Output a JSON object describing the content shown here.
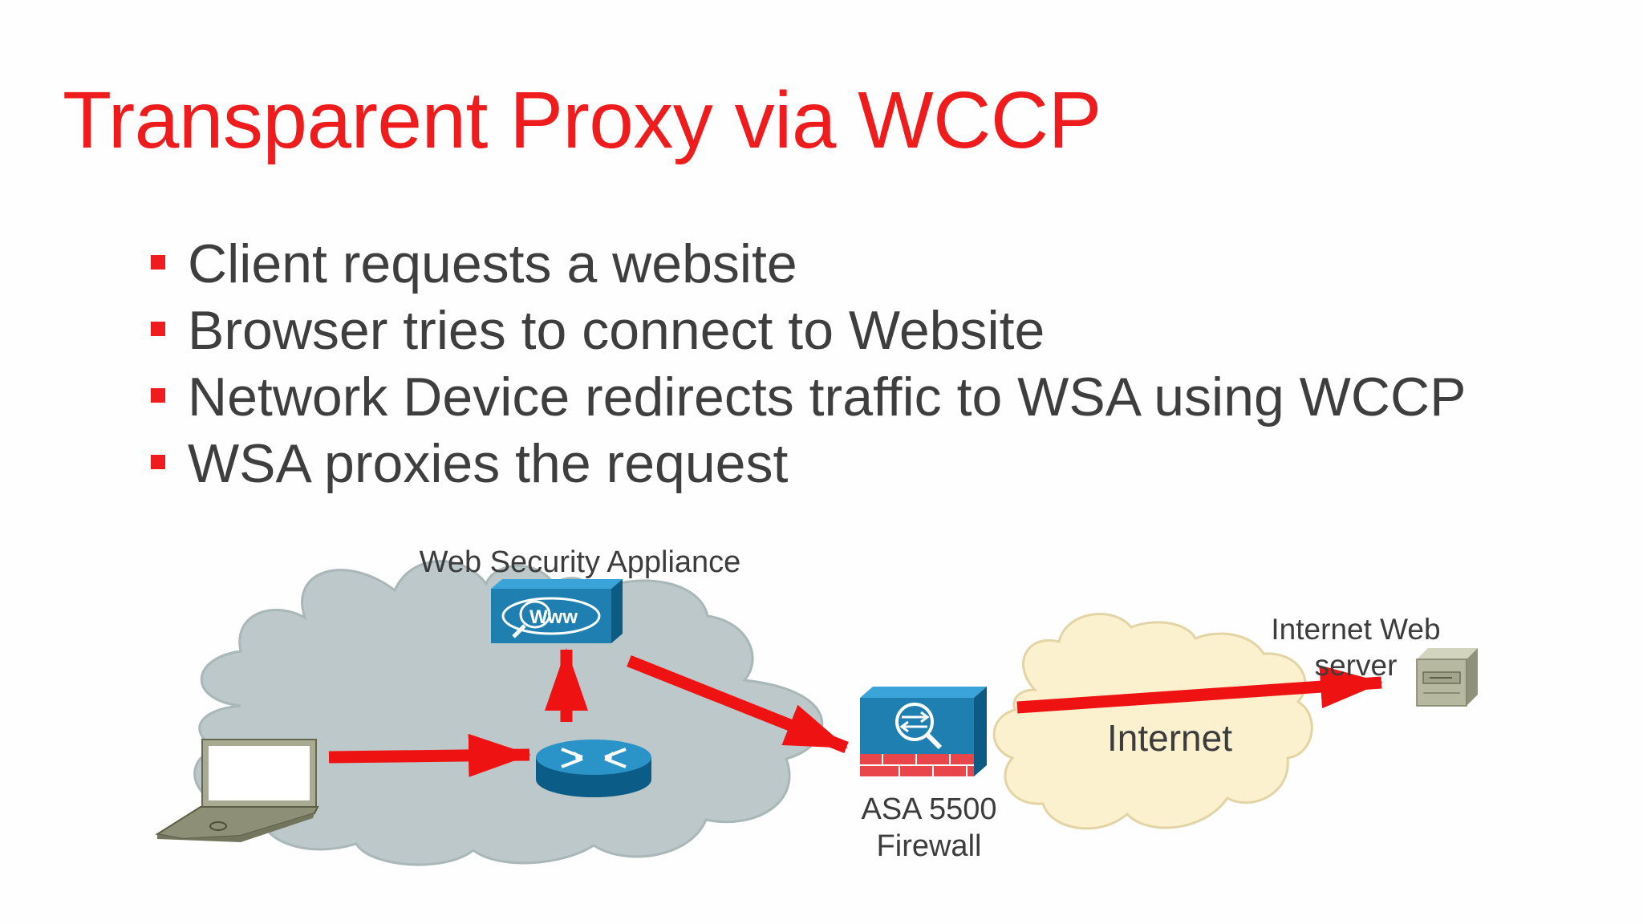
{
  "slide": {
    "title": "Transparent Proxy via WCCP",
    "bullets": [
      "Client requests a website",
      "Browser tries to connect to Website",
      "Network Device redirects traffic to WSA using WCCP",
      "WSA proxies the request"
    ]
  },
  "diagram": {
    "wsa_label": "Web Security Appliance",
    "firewall_label_line1": "ASA 5500",
    "firewall_label_line2": "Firewall",
    "internet_label": "Internet",
    "server_label_line1": "Internet Web",
    "server_label_line2": "server"
  },
  "colors": {
    "accent": "#ee1c1c",
    "lan_cloud": "#bcc8c9",
    "internet_cloud": "#fbf1cf",
    "device_blue": "#1e7fb0",
    "text": "#3e3e3e"
  }
}
